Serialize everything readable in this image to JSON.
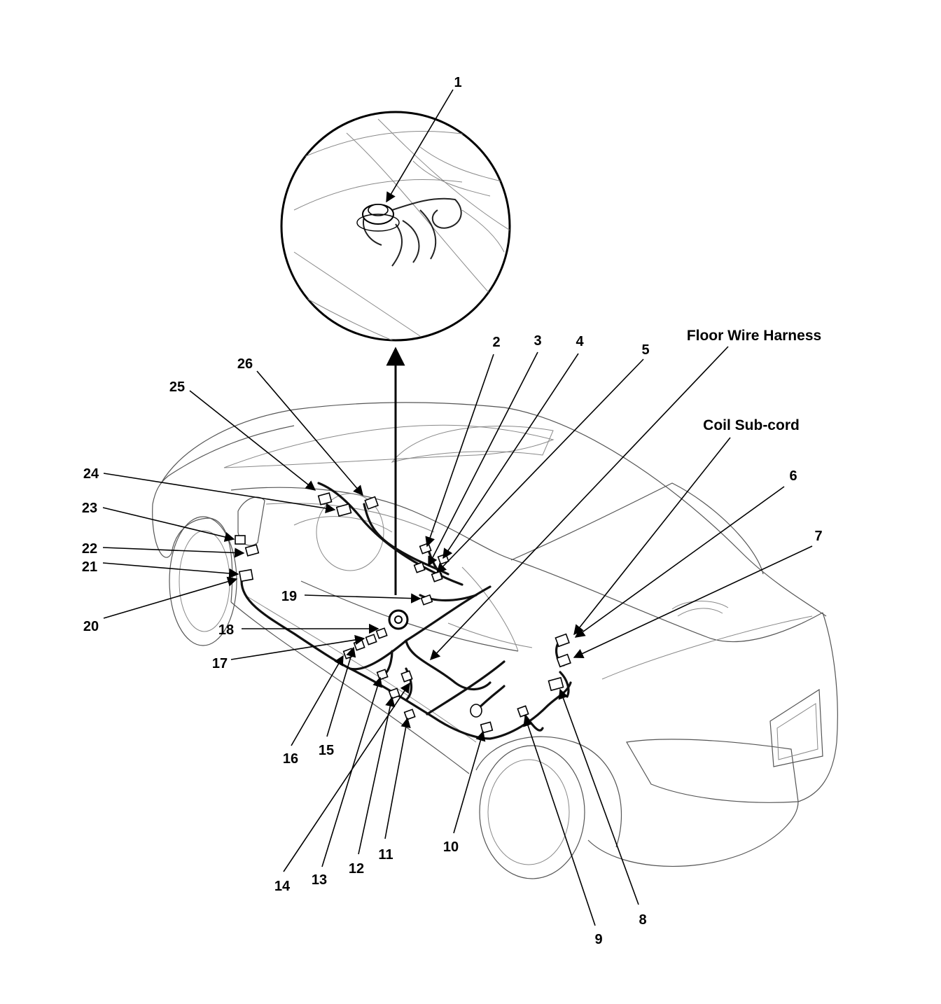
{
  "labels": {
    "floor_wire_harness": "Floor Wire Harness",
    "coil_sub_cord": "Coil Sub-cord"
  },
  "callouts": {
    "c1": "1",
    "c2": "2",
    "c3": "3",
    "c4": "4",
    "c5": "5",
    "c6": "6",
    "c7": "7",
    "c8": "8",
    "c9": "9",
    "c10": "10",
    "c11": "11",
    "c12": "12",
    "c13": "13",
    "c14": "14",
    "c15": "15",
    "c16": "16",
    "c17": "17",
    "c18": "18",
    "c19": "19",
    "c20": "20",
    "c21": "21",
    "c22": "22",
    "c23": "23",
    "c24": "24",
    "c25": "25",
    "c26": "26"
  },
  "colors": {
    "line": "#000000",
    "background": "#ffffff"
  }
}
